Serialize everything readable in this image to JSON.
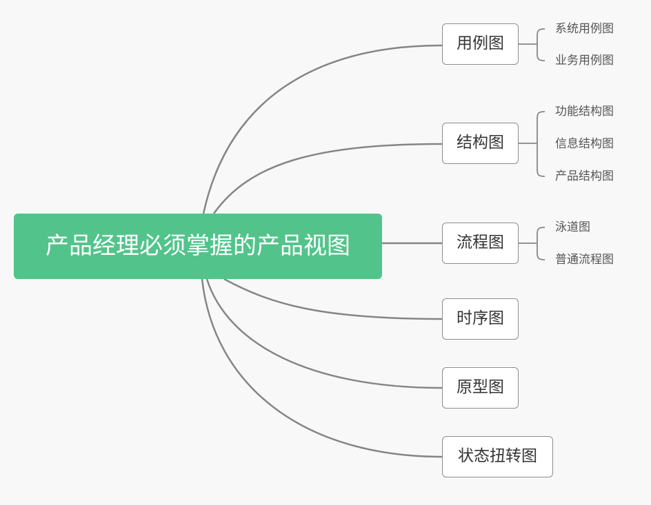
{
  "diagram": {
    "type": "mind-map",
    "root": "产品经理必须掌握的产品视图",
    "branches": [
      {
        "label": "用例图",
        "children": [
          "系统用例图",
          "业务用例图"
        ]
      },
      {
        "label": "结构图",
        "children": [
          "功能结构图",
          "信息结构图",
          "产品结构图"
        ]
      },
      {
        "label": "流程图",
        "children": [
          "泳道图",
          "普通流程图"
        ]
      },
      {
        "label": "时序图",
        "children": []
      },
      {
        "label": "原型图",
        "children": []
      },
      {
        "label": "状态扭转图",
        "children": []
      }
    ],
    "colors": {
      "root_fill": "#52c48b",
      "root_text": "#ffffff",
      "line": "#858585",
      "branch_border": "#8c8c8c",
      "background": "#f8f8f8"
    }
  }
}
